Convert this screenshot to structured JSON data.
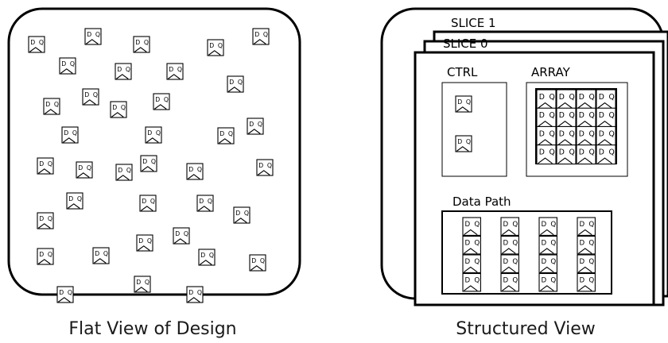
{
  "flat_view": {
    "caption": "Flat View of Design"
  },
  "structured_view": {
    "caption": "Structured View",
    "slice_back_label": "SLICE 1",
    "slice_front_label": "SLICE 0",
    "ctrl_label": "CTRL",
    "array_label": "ARRAY",
    "datapath_label": "Data Path"
  },
  "flipflop": {
    "d_label": "D",
    "q_label": "Q"
  }
}
